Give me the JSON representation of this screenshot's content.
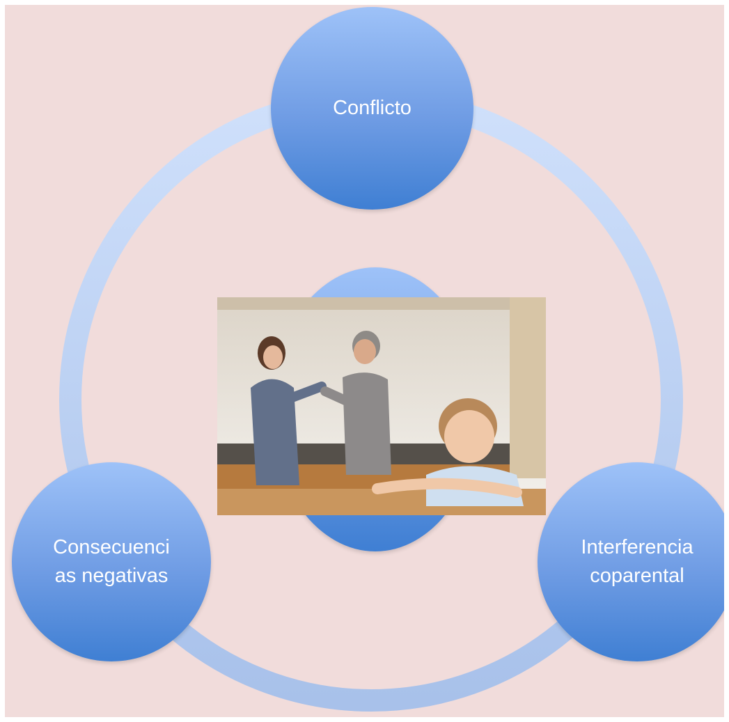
{
  "diagram": {
    "nodes": [
      {
        "id": "top",
        "label_lines": [
          "Conflicto"
        ]
      },
      {
        "id": "right",
        "label_lines": [
          "Interferencia",
          "coparental"
        ]
      },
      {
        "id": "left",
        "label_lines": [
          "Consecuenci",
          "as negativas"
        ]
      }
    ],
    "center_image": {
      "description_icon": "family-argument-photo"
    }
  },
  "colors": {
    "background": "#f1dcdb",
    "node_light": "#9ec2f8",
    "node_dark": "#3f7fd3",
    "ring_light": "#c9dcfa",
    "ring_dark": "#a9c3ec",
    "text": "#ffffff"
  }
}
